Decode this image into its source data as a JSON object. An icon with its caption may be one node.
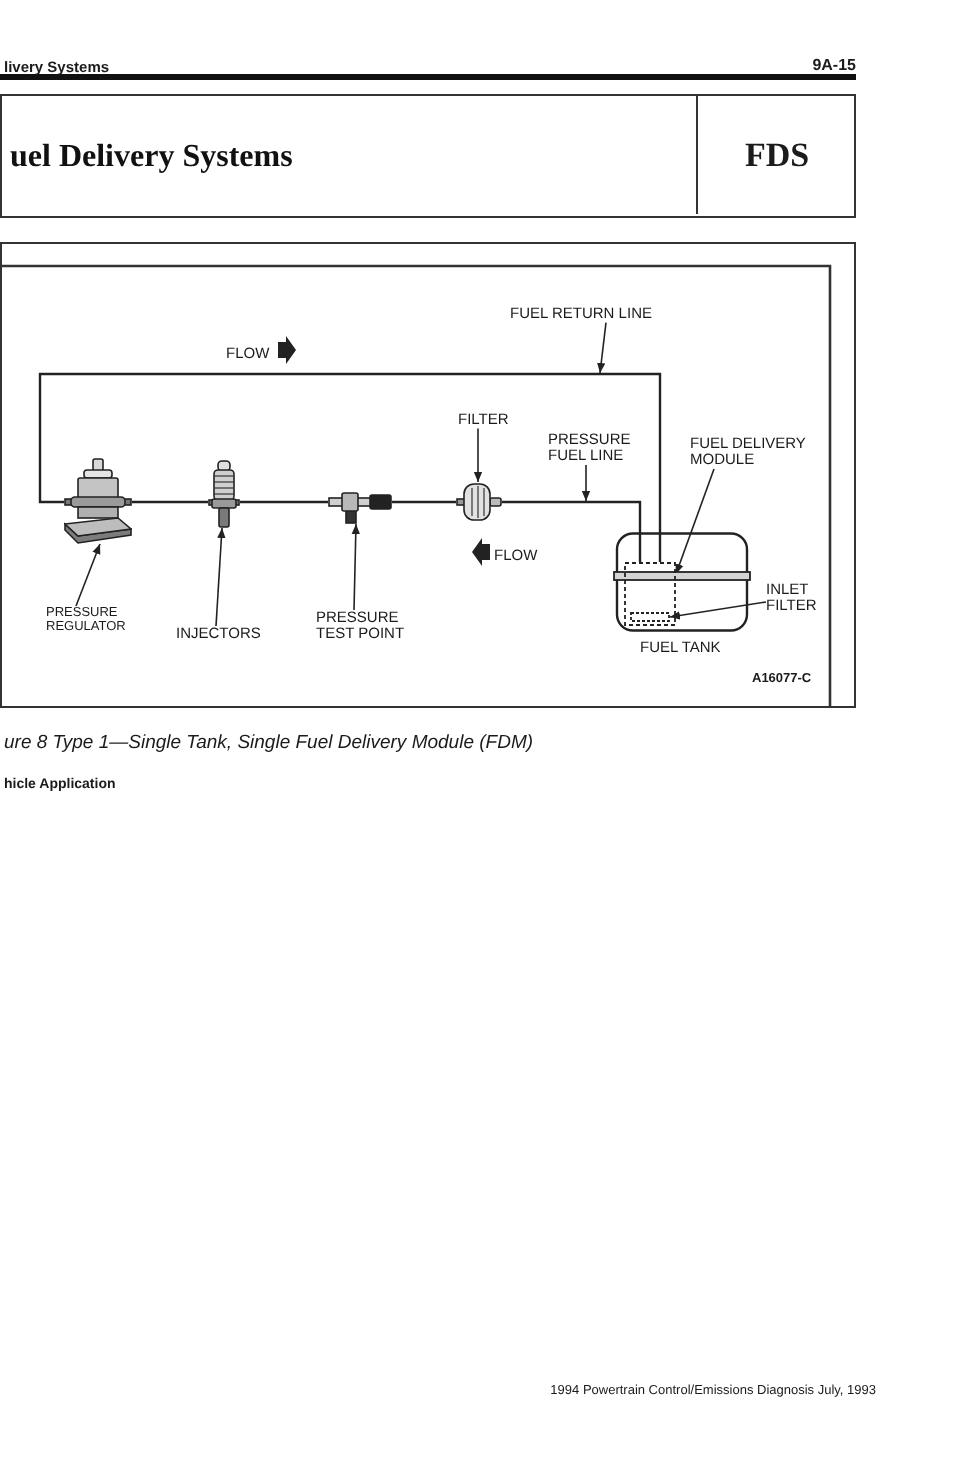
{
  "diagram": {
    "title": "uel Delivery Systems",
    "caption": "ure 8 Type 1—Single Tank, Single Fuel Delivery Module (FDM)",
    "nodes": [
      {
        "text": [
          "FUEL RETURN LINE"
        ]
      },
      {
        "text": [
          "FILTER"
        ]
      },
      {
        "text": [
          "PRESSURE FUEL LINE"
        ]
      },
      {
        "text": [
          "FUEL DELIVERY MODULE"
        ]
      },
      {
        "text": [],
        "shape": "picture"
      },
      {
        "text": [],
        "shape": "picture"
      },
      {
        "text": [],
        "shape": "picture"
      },
      {
        "text": [],
        "shape": "picture"
      },
      {
        "text": [],
        "shape": "picture",
        "beside": [
          "FUEL TANK"
        ]
      },
      {
        "text": [],
        "shape": "box",
        "in": 8
      },
      {
        "text": [],
        "shape": "box",
        "in": 9
      },
      {
        "text": [
          "INLET FILTER"
        ]
      },
      {
        "text": [
          "PRESSURE REGULATOR"
        ]
      },
      {
        "text": [
          "INJECTORS"
        ]
      },
      {
        "text": [
          "PRESSURE TEST POINT"
        ]
      }
    ],
    "edges": [
      {
        "from": 9,
        "to": 7,
        "arrow": "none"
      },
      {
        "from": 7,
        "to": 6,
        "arrow": "none"
      },
      {
        "from": 6,
        "to": 5,
        "arrow": "none"
      },
      {
        "from": 5,
        "to": 4,
        "arrow": "none"
      },
      {
        "from": 4,
        "to": 9,
        "arrow": "none"
      },
      {
        "from": 0,
        "to": null,
        "arrow": "to"
      },
      {
        "from": 1,
        "to": 7,
        "arrow": "to"
      },
      {
        "from": 2,
        "to": null,
        "arrow": "to"
      },
      {
        "from": 3,
        "to": 9,
        "arrow": "to"
      },
      {
        "from": 11,
        "to": 10,
        "arrow": "to"
      },
      {
        "from": 12,
        "to": 4,
        "arrow": "to"
      },
      {
        "from": 13,
        "to": 5,
        "arrow": "to"
      },
      {
        "from": 14,
        "to": 6,
        "arrow": "to"
      }
    ],
    "labels": [
      "livery Systems",
      "9A-15",
      "FDS",
      "FLOW",
      "FLOW",
      "A16077-C",
      "hicle Application",
      "1994 Powertrain Control/Emissions Diagnosis July, 1993"
    ]
  }
}
